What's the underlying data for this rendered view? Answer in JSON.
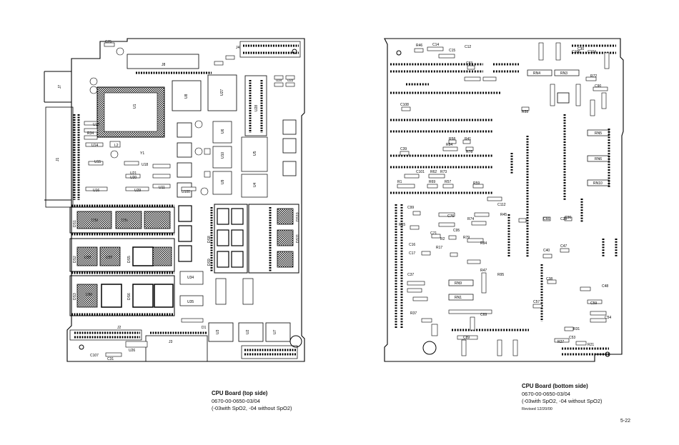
{
  "top_board": {
    "caption_title": "CPU Board (top side)",
    "caption_part": "0670-00-0650-03/04",
    "caption_note": "(-03with SpO2, -04 without SpO2)",
    "labels": {
      "c75": "C75",
      "j4": "J4",
      "j8": "J8",
      "j7": "J7",
      "j1": "J1",
      "j2": "J2",
      "j3": "J3",
      "u1": "U1",
      "u8": "U8",
      "u27": "U27",
      "u28": "U28",
      "u24": "U24",
      "u22": "U22",
      "u13": "U13",
      "u14": "U14",
      "u15": "U15",
      "u16": "U16",
      "u18": "U18",
      "u21": "U21",
      "u20": "U20",
      "u29": "U29",
      "u11": "U11",
      "u100": "U100",
      "u6": "U6",
      "u10": "U10",
      "u9": "U9",
      "u4": "U4",
      "u5": "U5",
      "u30": "U30",
      "u31": "U31",
      "u32": "U32",
      "u37": "U37",
      "u39": "U39",
      "u34": "U34",
      "u35": "U35",
      "u26": "U26",
      "u3": "U3",
      "u2": "U2",
      "u7": "U7",
      "ds1": "DS1",
      "ds2": "DS2",
      "ds3": "DS3",
      "ds5": "DS5",
      "ds6": "DS6",
      "ds8": "DS8",
      "ds9": "DS9",
      "ds10": "DS10",
      "ds11": "DS11",
      "l2": "L2",
      "y1": "Y1",
      "r34": "R34",
      "c107": "C107",
      "c31": "C31",
      "d1": "D1"
    }
  },
  "bottom_board": {
    "caption_title": "CPU Board (bottom side)",
    "caption_part": "0670-00-0650-03/04",
    "caption_note": "(-03with SpO2, -04 without SpO2)",
    "caption_revised": "Revised 12/20/00",
    "labels": {
      "r46": "R46",
      "c14": "C14",
      "c12": "C12",
      "c15": "C15",
      "c30": "C30",
      "c83": "C83",
      "c106": "C106",
      "c104": "C104",
      "rn4": "RN4",
      "rn3": "RN3",
      "r72": "R72",
      "c90": "C90",
      "c108": "C108",
      "r55": "R55",
      "c39": "C39",
      "r58": "R58",
      "r41": "R41",
      "r64": "R64",
      "r78": "R78",
      "c101": "C101",
      "r62": "R62",
      "r73": "R73",
      "r1": "R1",
      "r69": "R69",
      "r57": "R57",
      "r59": "R59",
      "rn5": "RN5",
      "rn6": "RN6",
      "rn10": "RN10",
      "c99": "C99",
      "c112": "C112",
      "r45": "R45",
      "c76": "C76",
      "r74": "R74",
      "r15": "R15",
      "c71": "C71",
      "c95": "C95",
      "r2": "R2",
      "r79": "R79",
      "r84": "R84",
      "c16": "C16",
      "r17": "R17",
      "c17": "C17",
      "c37": "C37",
      "r47": "R47",
      "r95": "R95",
      "rn1": "RN1",
      "c38": "C38",
      "c57": "C57",
      "c40": "C40",
      "c47": "C47",
      "c66": "C66",
      "c48": "C48",
      "c54": "C54",
      "c53": "C53",
      "c59": "C59",
      "r31": "R31",
      "r21": "R21",
      "r27": "R27",
      "c89": "C89",
      "r37": "R37",
      "rn9": "RN9",
      "c69": "C69",
      "c36": "C36",
      "c28": "C28"
    }
  },
  "page_number": "5-22"
}
